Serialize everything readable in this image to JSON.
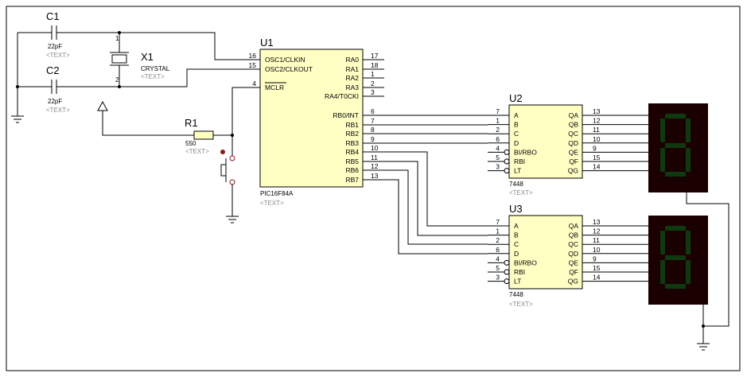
{
  "text_placeholder": "<TEXT>",
  "colors": {
    "chip_body": "#ffffc4",
    "display_body": "#1a0000",
    "segment": "#0f3a0f",
    "resistor": "#ffffc4",
    "switch_dot": "#8b1a1a"
  },
  "components": {
    "c1": {
      "ref": "C1",
      "value": "22pF"
    },
    "c2": {
      "ref": "C2",
      "value": "22pF"
    },
    "x1": {
      "ref": "X1",
      "value": "CRYSTAL",
      "pin1": "1",
      "pin2": "2"
    },
    "r1": {
      "ref": "R1",
      "value": "550"
    },
    "u1": {
      "ref": "U1",
      "part": "PIC16F84A",
      "left_pins": [
        {
          "num": "16",
          "name": "OSC1/CLKIN"
        },
        {
          "num": "15",
          "name": "OSC2/CLKOUT"
        },
        {
          "num": "4",
          "name": "MCLR"
        }
      ],
      "right_pins": [
        {
          "num": "17",
          "name": "RA0"
        },
        {
          "num": "18",
          "name": "RA1"
        },
        {
          "num": "1",
          "name": "RA2"
        },
        {
          "num": "2",
          "name": "RA3"
        },
        {
          "num": "3",
          "name": "RA4/T0CKI"
        },
        {
          "num": "6",
          "name": "RB0/INT"
        },
        {
          "num": "7",
          "name": "RB1"
        },
        {
          "num": "8",
          "name": "RB2"
        },
        {
          "num": "9",
          "name": "RB3"
        },
        {
          "num": "10",
          "name": "RB4"
        },
        {
          "num": "11",
          "name": "RB5"
        },
        {
          "num": "12",
          "name": "RB6"
        },
        {
          "num": "13",
          "name": "RB7"
        }
      ]
    },
    "u2": {
      "ref": "U2",
      "part": "7448"
    },
    "u3": {
      "ref": "U3",
      "part": "7448"
    },
    "decoder_left_pins": [
      {
        "num": "7",
        "name": "A"
      },
      {
        "num": "1",
        "name": "B"
      },
      {
        "num": "2",
        "name": "C"
      },
      {
        "num": "6",
        "name": "D"
      },
      {
        "num": "4",
        "name": "BI/RBO"
      },
      {
        "num": "5",
        "name": "RBI"
      },
      {
        "num": "3",
        "name": "LT"
      }
    ],
    "decoder_right_pins": [
      {
        "num": "13",
        "name": "QA"
      },
      {
        "num": "12",
        "name": "QB"
      },
      {
        "num": "11",
        "name": "QC"
      },
      {
        "num": "10",
        "name": "QD"
      },
      {
        "num": "9",
        "name": "QE"
      },
      {
        "num": "15",
        "name": "QF"
      },
      {
        "num": "14",
        "name": "QG"
      }
    ]
  }
}
